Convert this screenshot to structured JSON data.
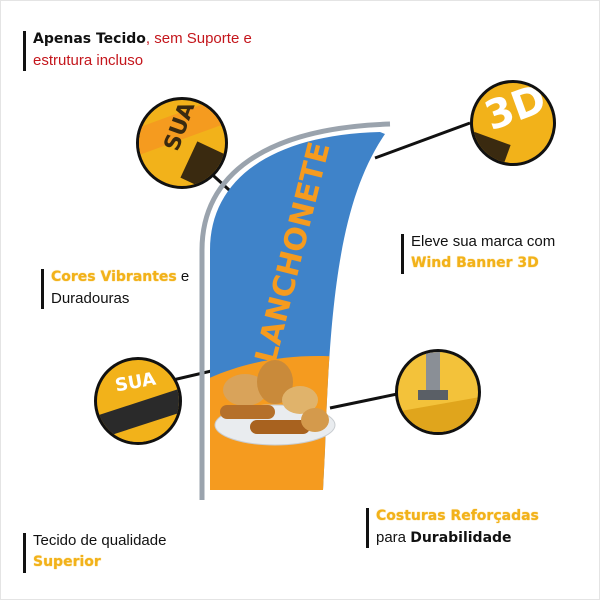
{
  "labels": {
    "top_left": {
      "bold": "Apenas Tecido",
      "rest": ", sem Suporte e",
      "line2": "estrutura incluso"
    },
    "cores": {
      "highlight": "Cores Vibrantes",
      "rest": " e",
      "line2": "Duradouras"
    },
    "eleve": {
      "line1": "Eleve sua marca com",
      "highlight": "Wind Banner 3D"
    },
    "costuras": {
      "highlight": "Costuras Reforçadas",
      "pre": "para ",
      "bold": "Durabilidade"
    },
    "tecido": {
      "line1": "Tecido de qualidade",
      "highlight": "Superior"
    }
  },
  "banner": {
    "text": "LANCHONETE"
  },
  "circles": {
    "top_left_text": "SUA",
    "top_right_text": "3D",
    "mid_left_text": "SUA"
  },
  "colors": {
    "blue": "#3f83c9",
    "orange": "#f59b1f",
    "yellow": "#f2b21a",
    "red": "#c4161c"
  }
}
